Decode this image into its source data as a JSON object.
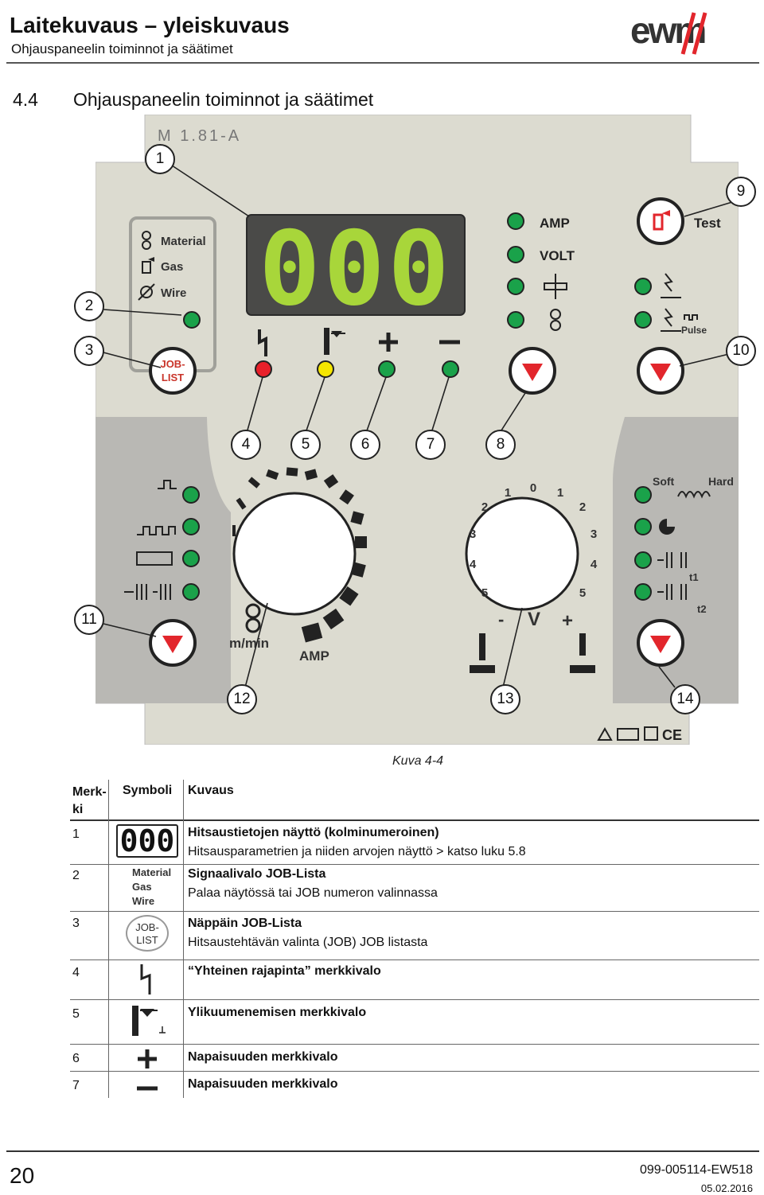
{
  "header": {
    "title": "Laitekuvaus – yleiskuvaus",
    "subtitle": "Ohjauspaneelin toiminnot ja säätimet",
    "logo_text": "ewm"
  },
  "section": {
    "number": "4.4",
    "title": "Ohjauspaneelin toiminnot ja säätimet"
  },
  "panel": {
    "model": "M 1.81-A",
    "display": "000",
    "param_labels": [
      "Material",
      "Gas",
      "Wire"
    ],
    "job_list": "JOB-\nLIST",
    "job_list_line1": "JOB-",
    "job_list_line2": "LIST",
    "amp": "AMP",
    "volt": "VOLT",
    "test": "Test",
    "pulse": "Pulse",
    "soft": "Soft",
    "hard": "Hard",
    "t1": "t1",
    "t2": "t2",
    "mmin": "m/min",
    "amp_knob": "AMP",
    "volt_scale": [
      "5",
      "4",
      "3",
      "2",
      "1",
      "0",
      "1",
      "2",
      "3",
      "4",
      "5"
    ],
    "v_label": "V",
    "minus": "-",
    "plus": "+",
    "callouts": [
      "1",
      "2",
      "3",
      "4",
      "5",
      "6",
      "7",
      "8",
      "9",
      "10",
      "11",
      "12",
      "13",
      "14"
    ],
    "colors": {
      "panel": "#dcdbd0",
      "panel_dark": "#b9b8b4",
      "led_green": "#1aa24a",
      "led_red": "#e8202a",
      "led_yellow": "#f5e600",
      "display_bg": "#4a4a48",
      "display_seg": "#a8d63a",
      "arrow_red": "#e2262c"
    }
  },
  "caption": "Kuva 4-4",
  "table": {
    "headers": {
      "col1": "Merk-\nki",
      "col1_a": "Merk-",
      "col1_b": "ki",
      "col2": "Symboli",
      "col3": "Kuvaus"
    },
    "rows": [
      {
        "num": "1",
        "title": "Hitsaustietojen näyttö (kolminumeroinen)",
        "desc": "Hitsausparametrien ja niiden arvojen näyttö > katso luku 5.8",
        "symbol": "display-000-icon"
      },
      {
        "num": "2",
        "title": "Signaalivalo JOB-Lista",
        "desc": "Palaa näytössä tai  JOB numeron valinnassa",
        "symbol": "material-gas-wire-icon",
        "sym_labels": [
          "Material",
          "Gas",
          "Wire"
        ]
      },
      {
        "num": "3",
        "title": "Näppäin JOB-Lista",
        "desc": "Hitsaustehtävän valinta (JOB) JOB listasta",
        "symbol": "job-list-button-icon",
        "sym_labels": [
          "JOB-",
          "LIST"
        ]
      },
      {
        "num": "4",
        "title": "“Yhteinen rajapinta” merkkivalo",
        "desc": "",
        "symbol": "interface-lightning-icon"
      },
      {
        "num": "5",
        "title": "Ylikuumenemisen merkkivalo",
        "desc": "",
        "symbol": "thermometer-icon"
      },
      {
        "num": "6",
        "title": "Napaisuuden merkkivalo",
        "desc": "",
        "symbol": "plus-icon"
      },
      {
        "num": "7",
        "title": "Napaisuuden merkkivalo",
        "desc": "",
        "symbol": "minus-icon"
      }
    ]
  },
  "footer": {
    "page": "20",
    "doc": "099-005114-EW518",
    "date": "05.02.2016"
  }
}
